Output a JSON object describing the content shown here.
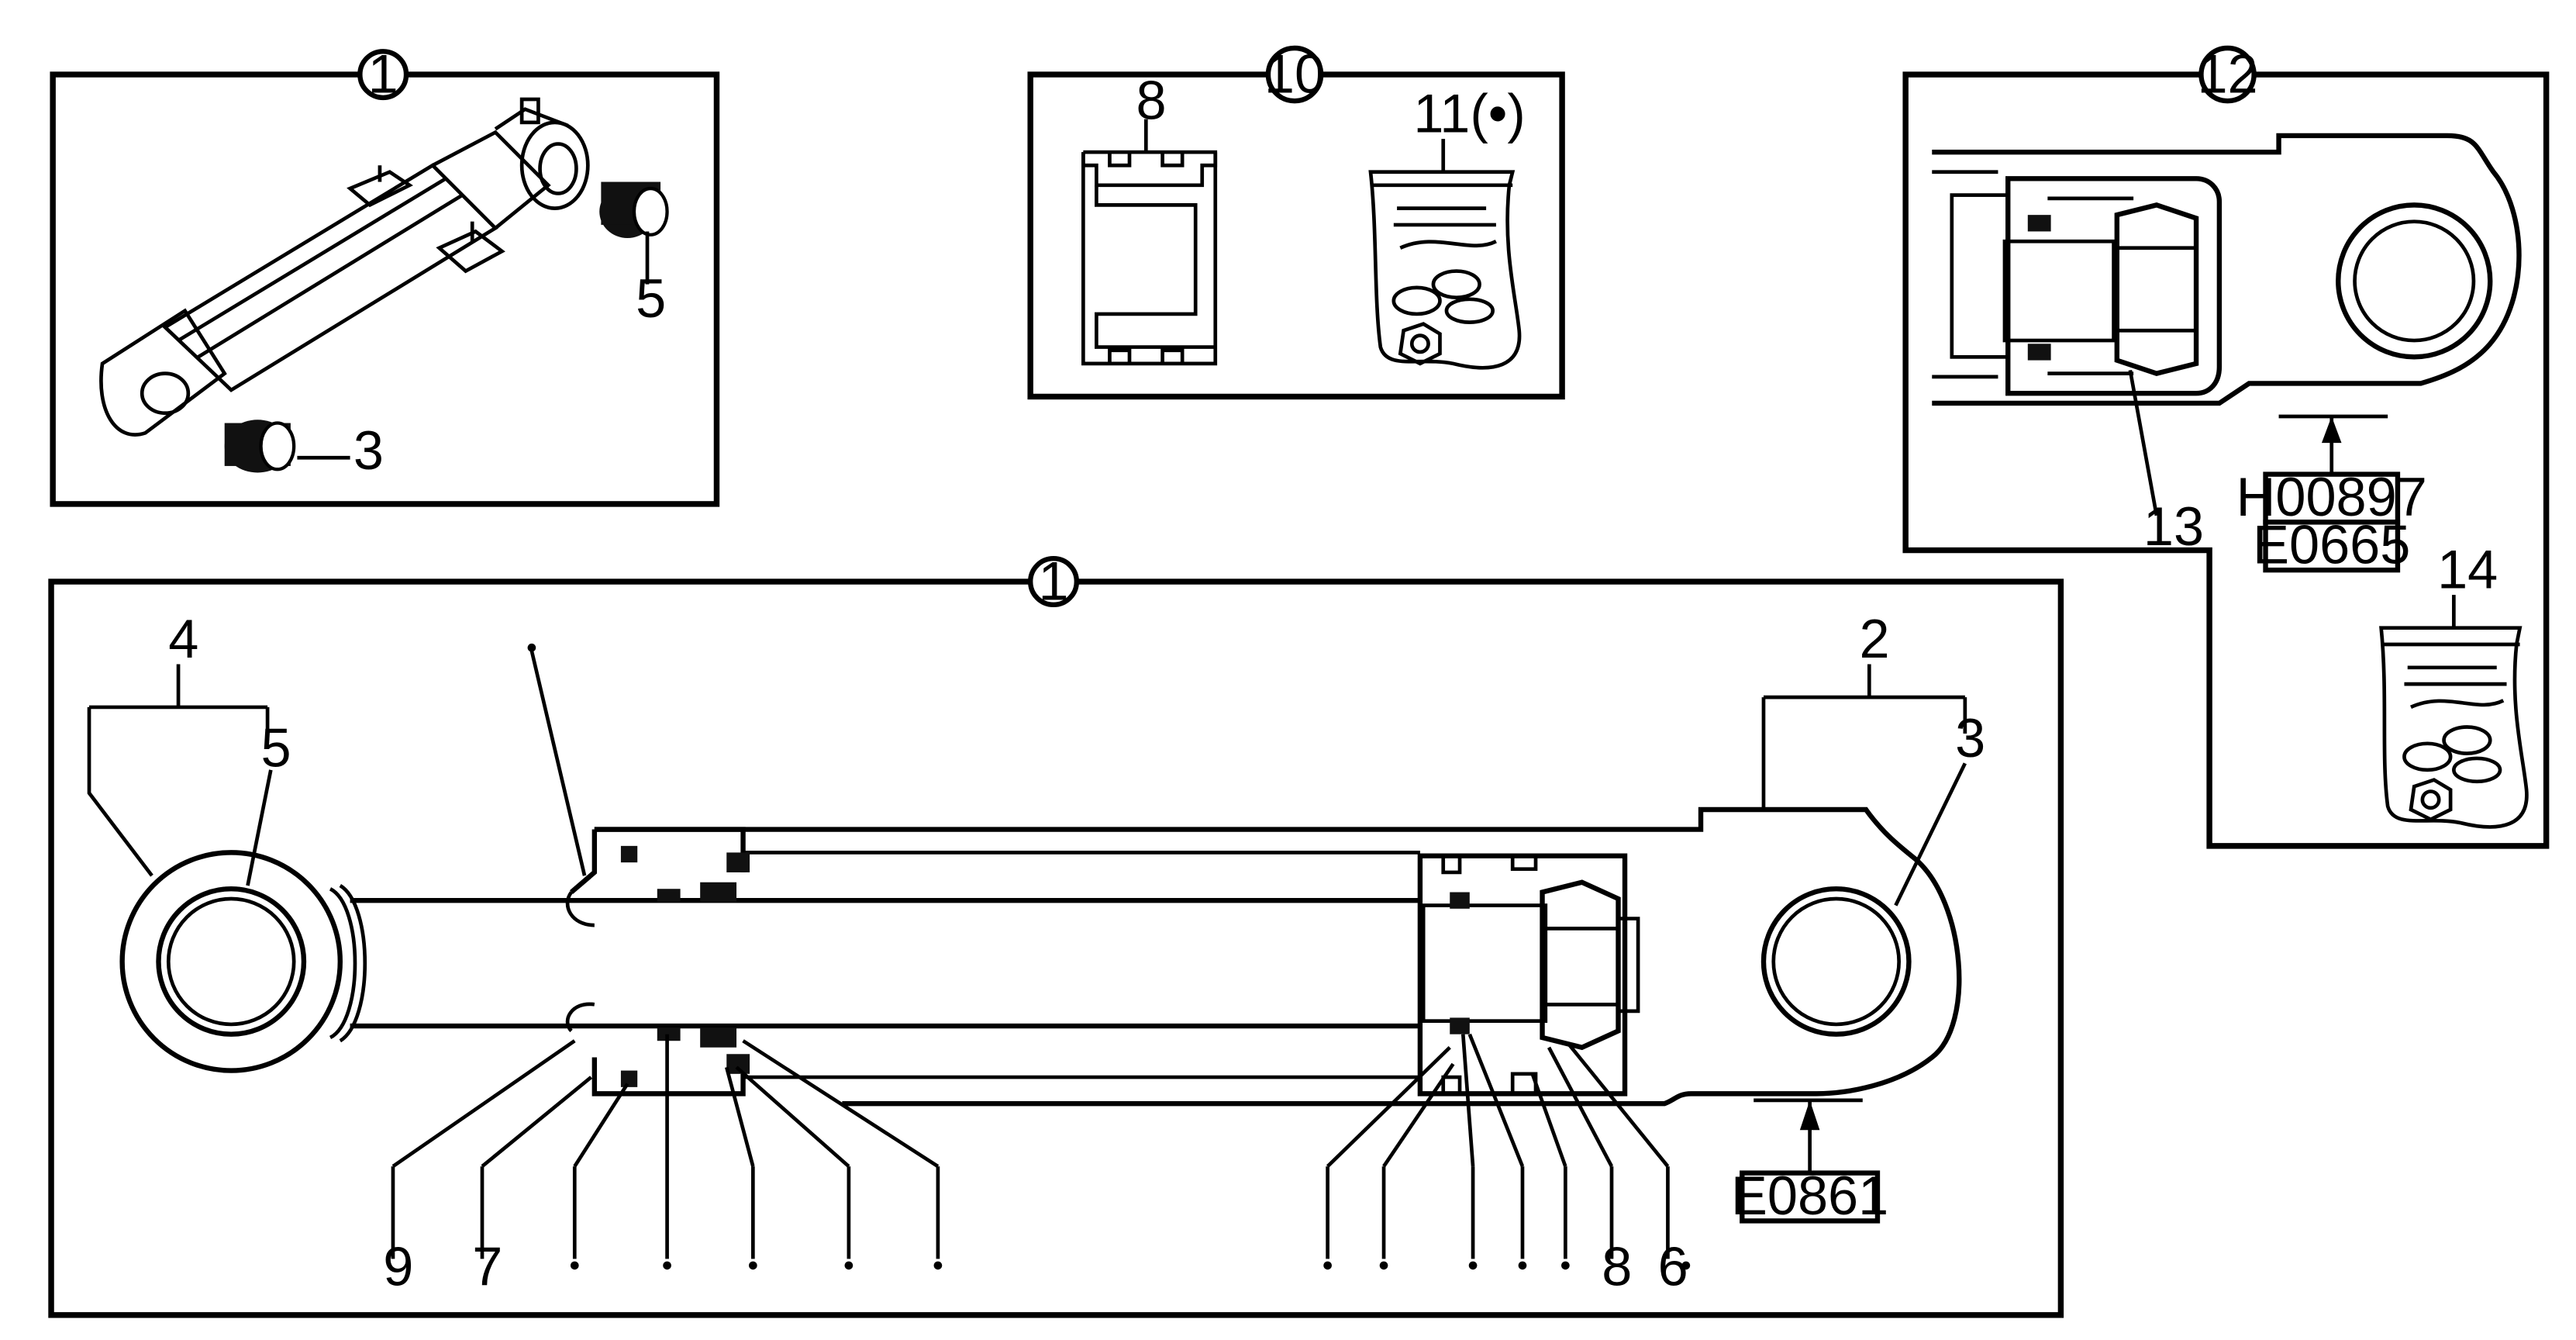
{
  "bubbles": {
    "top_left": "1",
    "top_middle": "10",
    "top_right": "12",
    "main": "1"
  },
  "labels": {
    "p3_top": "3",
    "p5_top": "5",
    "p8_top": "8",
    "p11_top": "11(•)",
    "p13": "13",
    "p14": "14",
    "p4": "4",
    "p5": "5",
    "p2": "2",
    "p3": "3",
    "p9": "9",
    "p7": "7",
    "p8": "8",
    "p6": "6"
  },
  "ref_boxes": {
    "h00897": "H00897",
    "e0665": "E0665",
    "e0861": "E0861"
  }
}
